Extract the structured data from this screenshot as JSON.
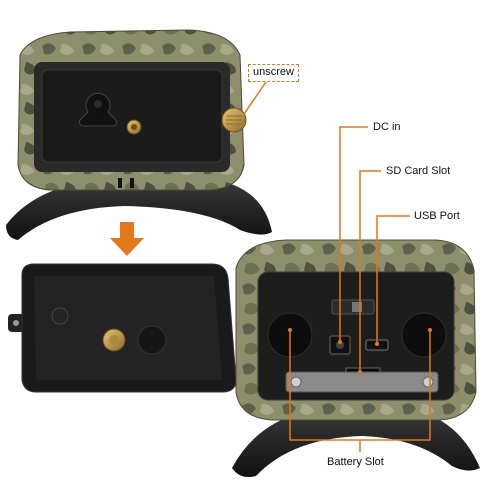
{
  "labels": {
    "unscrew": "unscrew",
    "dc_in": "DC in",
    "sd_card_slot": "SD Card Slot",
    "usb_port": "USB Port",
    "battery_slot": "Battery Slot"
  },
  "colors": {
    "accent_orange": "#e4761b",
    "camo_body": "#8a8c6a",
    "dark_panel": "#1c1c1c",
    "brass_screw": "#c7a04a"
  },
  "icons": {
    "arrow": "down-arrow-icon"
  }
}
